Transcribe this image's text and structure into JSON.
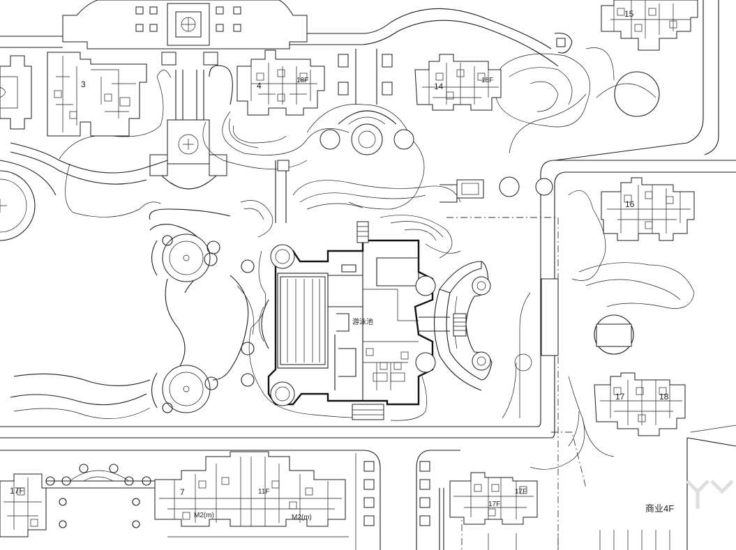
{
  "drawing": {
    "commercial_label": "商业4F",
    "pool_label": "游泳池",
    "building_labels": [
      {
        "id": "b3",
        "text": "3"
      },
      {
        "id": "b4",
        "text": "4"
      },
      {
        "id": "b18",
        "text": "18F"
      },
      {
        "id": "b14",
        "text": "14"
      },
      {
        "id": "b18b",
        "text": "18F"
      },
      {
        "id": "b15",
        "text": "15"
      },
      {
        "id": "b16",
        "text": "16"
      },
      {
        "id": "b17",
        "text": "17"
      },
      {
        "id": "b18c",
        "text": "18"
      },
      {
        "id": "b17f_a",
        "text": "17F"
      },
      {
        "id": "b7",
        "text": "7"
      },
      {
        "id": "b11f",
        "text": "11F"
      },
      {
        "id": "b17f_b",
        "text": "17F"
      },
      {
        "id": "b17f_c",
        "text": "17F"
      }
    ],
    "area_labels": [
      {
        "id": "m1",
        "text": "M2(m)"
      },
      {
        "id": "m2",
        "text": "M2(m)"
      }
    ]
  }
}
